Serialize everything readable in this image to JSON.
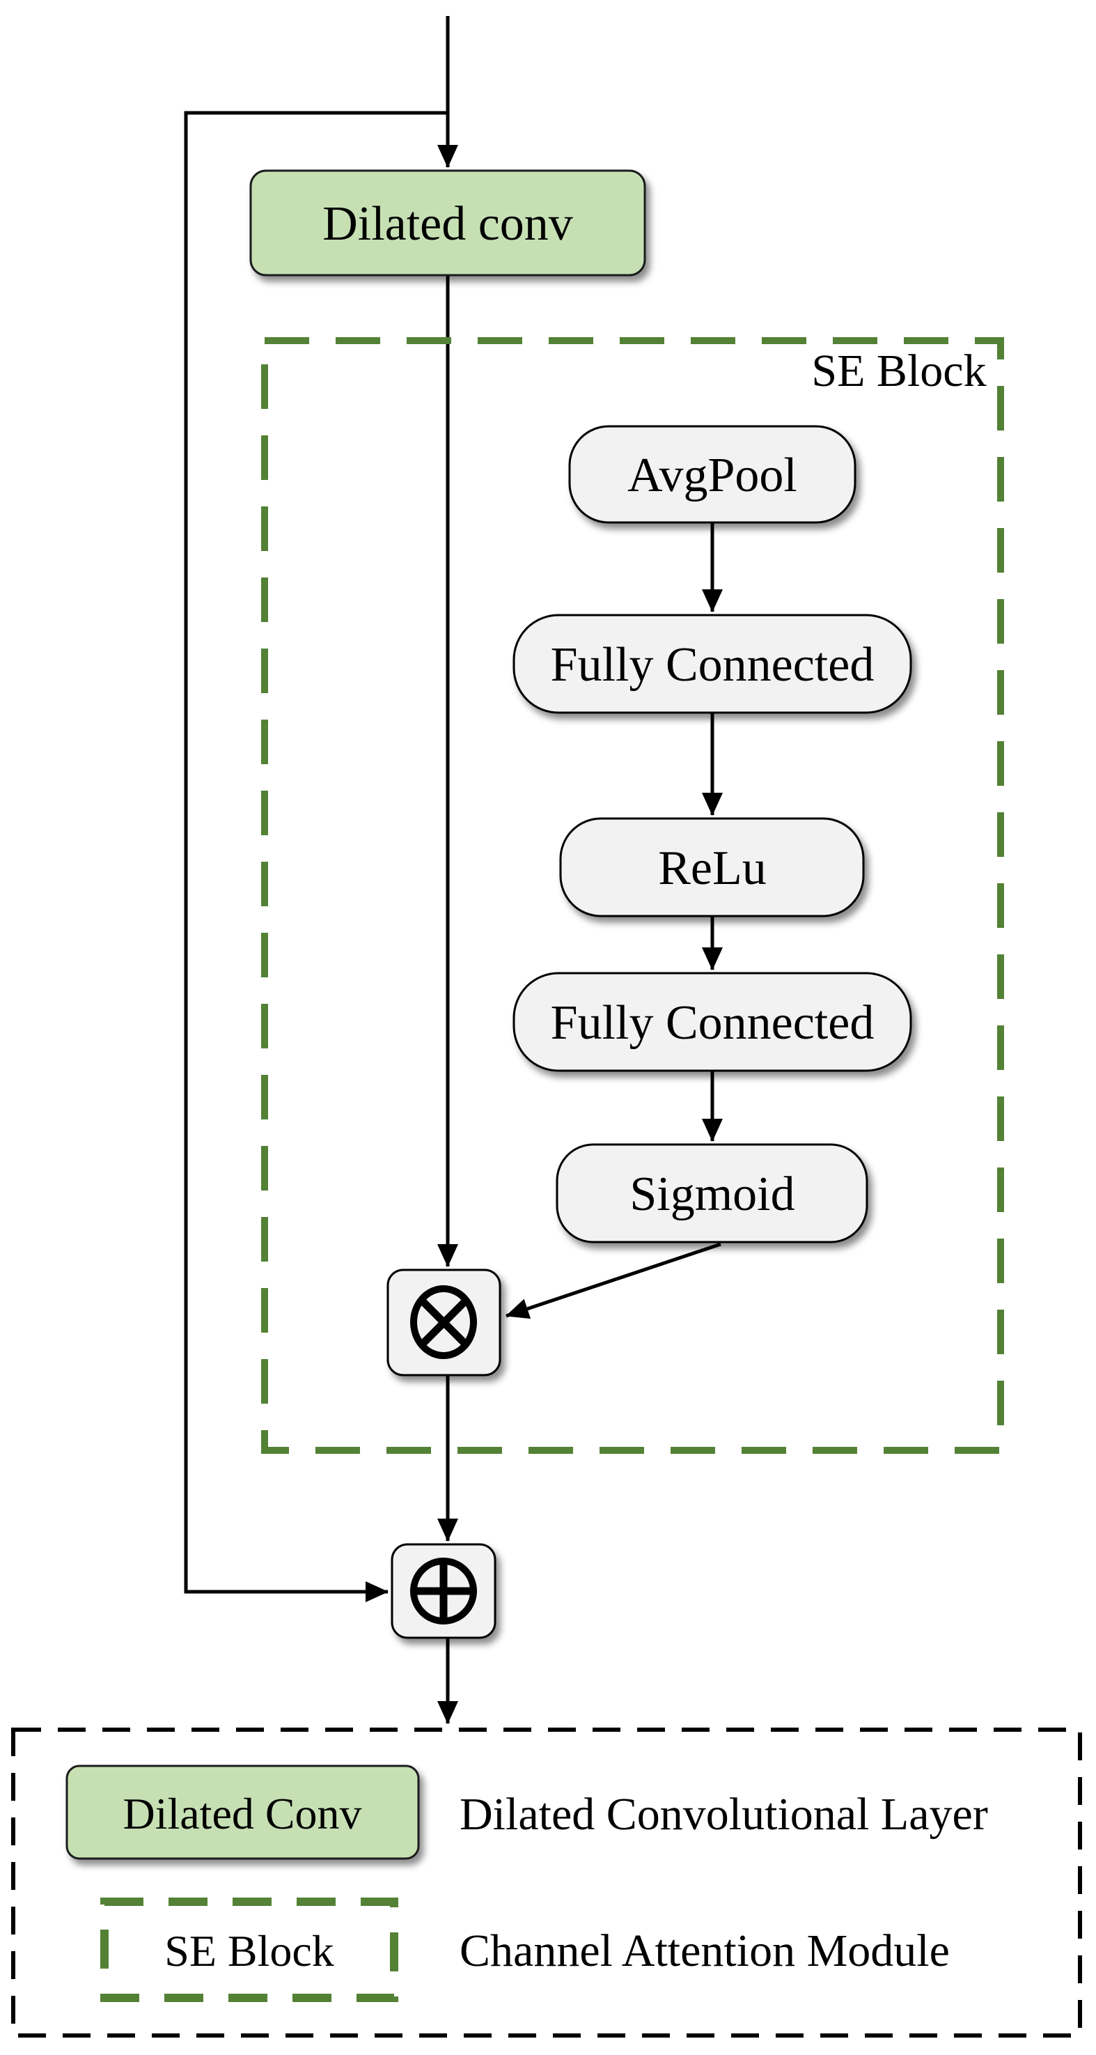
{
  "figure": {
    "type": "neural-network-block-diagram",
    "background": "#ffffff"
  },
  "nodes": {
    "dilated_conv": {
      "label": "Dilated conv"
    },
    "avgpool": {
      "label": "AvgPool"
    },
    "fc1": {
      "label": "Fully Connected"
    },
    "relu": {
      "label": "ReLu"
    },
    "fc2": {
      "label": "Fully Connected"
    },
    "sigmoid": {
      "label": "Sigmoid"
    }
  },
  "se_block": {
    "label": "SE Block"
  },
  "icons": {
    "multiply_icon": "circled-times ⊗",
    "add_icon": "circled-plus ⊕"
  },
  "legend": {
    "dilated_conv_key": "Dilated Conv",
    "dilated_conv_description": "Dilated Convolutional Layer",
    "se_block_key": "SE Block",
    "se_block_description": "Channel Attention Module"
  },
  "colors": {
    "conv_fill": "#c6e0b4",
    "node_fill": "#f2f2f2",
    "se_dash_green": "#538135",
    "line_black": "#000000"
  }
}
